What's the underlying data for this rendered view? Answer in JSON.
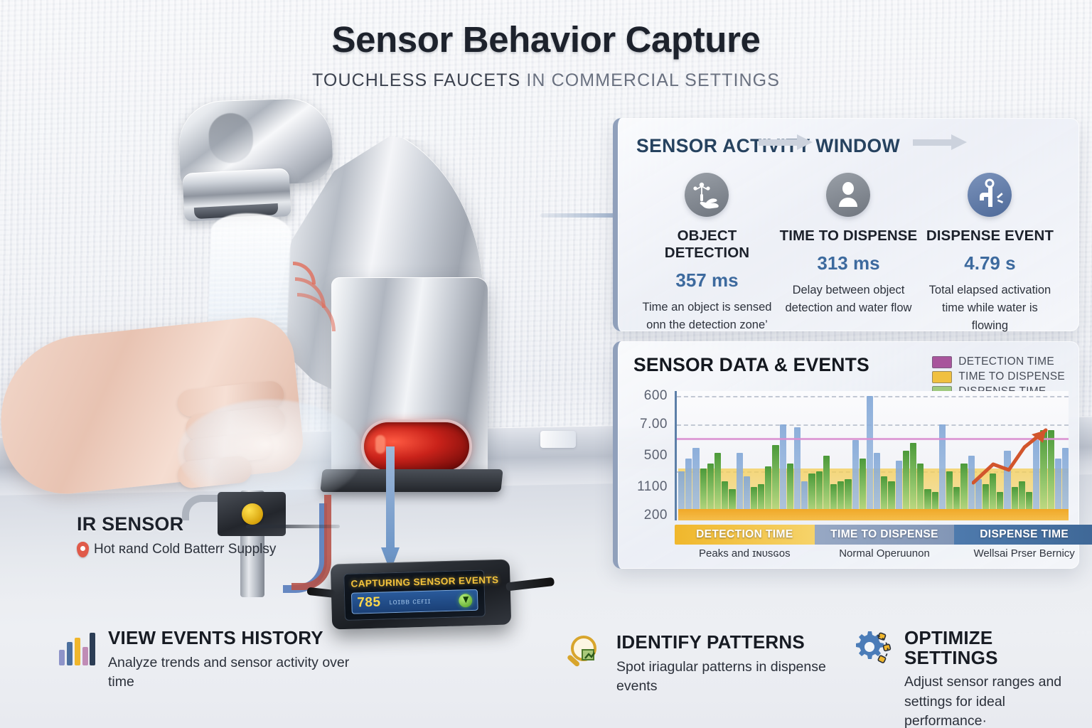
{
  "header": {
    "title": "Sensor Behavior Capture",
    "subtitle_strong": "TOUCHLESS FAUCETS",
    "subtitle_dim": " IN COMMERCIAL SETTINGS"
  },
  "ir_callout": {
    "title": "IR SENSOR",
    "sub": "Hot ʀand Cold Batterr Supplsy"
  },
  "control_box": {
    "top_line": "CAPTURING SENSOR EVENTS",
    "number": "785",
    "sub": "ʟᴏɪʙʙ ᴄᴇғɪɪ"
  },
  "activity_panel": {
    "title": "SENSOR ACTIVITY WINDOW",
    "metrics": [
      {
        "icon": "hand-sensor-icon",
        "label": "OBJECT DETECTION",
        "value": "357 ms",
        "desc": "Time an object is sensed onn the detection zone’"
      },
      {
        "icon": "person-icon",
        "label": "TIME TO DISPENSE",
        "value": "313 ms",
        "desc": "Delay between object detection and water flow"
      },
      {
        "icon": "faucet-wrench-icon",
        "label": "DISPENSE EVENT",
        "value": "4.79 s",
        "desc": "Total elapsed activation time while water is flowing"
      }
    ]
  },
  "chart_panel": {
    "title": "SENSOR DATA & EVENTS"
  },
  "chart_data": {
    "type": "bar",
    "title": "SENSOR DATA & EVENTS",
    "xlabel": "",
    "ylabel": "",
    "grid": true,
    "legend_position": "top-right",
    "y_tick_labels": [
      "600",
      "7.00",
      "500",
      "1100",
      "200"
    ],
    "ylim": [
      0,
      100
    ],
    "legend": [
      {
        "name": "DETECTION TIME",
        "color": "#a8559c"
      },
      {
        "name": "TIME TO DISPENSE",
        "color": "#f0c040"
      },
      {
        "name": "DISPENSE TIME",
        "color": "#9fc97e"
      }
    ],
    "categories": [
      {
        "label": "DETECTION TIME",
        "sublabel": "Peaks and ɪɴᴜsɢᴏs",
        "color": "#f0b72c"
      },
      {
        "label": "TIME TO DISPENSE",
        "sublabel": "Normal Operuunon",
        "color": "#8296b6"
      },
      {
        "label": "DISPENSE TIME",
        "sublabel": "Wellsai  Prser Bernicy",
        "color": "#4e7aad"
      }
    ],
    "series": [
      {
        "name": "bars",
        "colors": [
          "b",
          "b",
          "b",
          "g",
          "g",
          "g",
          "g",
          "g",
          "b",
          "b",
          "g",
          "g",
          "g",
          "g",
          "b",
          "g",
          "b",
          "b",
          "g",
          "g",
          "g",
          "g",
          "g",
          "g",
          "b",
          "g",
          "b",
          "b",
          "g",
          "g",
          "b",
          "g",
          "g",
          "g",
          "g",
          "g",
          "b",
          "g",
          "g",
          "g",
          "b",
          "b",
          "g",
          "g",
          "g",
          "b",
          "g",
          "g",
          "g",
          "b",
          "g",
          "g",
          "b",
          "b"
        ],
        "values": [
          38,
          48,
          56,
          40,
          44,
          52,
          30,
          24,
          52,
          34,
          26,
          28,
          42,
          58,
          74,
          44,
          72,
          30,
          36,
          38,
          50,
          28,
          30,
          32,
          62,
          48,
          96,
          52,
          34,
          30,
          46,
          54,
          60,
          44,
          24,
          22,
          74,
          38,
          26,
          44,
          50,
          32,
          28,
          36,
          22,
          54,
          26,
          30,
          22,
          62,
          70,
          70,
          48,
          56
        ]
      },
      {
        "name": "detection-time-trend",
        "color": "#d98fd0",
        "style": "line",
        "level": 64
      },
      {
        "name": "growth-arrow",
        "color": "#d2552c",
        "style": "arrow",
        "direction": "up-right"
      }
    ]
  },
  "features": [
    {
      "icon": "bar-chart-icon",
      "title": "VIEW EVENTS HISTORY",
      "desc": "Analyze trends and sensor activity over time"
    },
    {
      "icon": "magnifier-icon",
      "title": "IDENTIFY PATTERNS",
      "desc": "Spot iriagular patterns in dispense events"
    },
    {
      "icon": "gear-icon",
      "title": "OPTIMIZE SETTINGS",
      "desc": "Adjust sensor ranges and settings for ideal performance·"
    }
  ]
}
